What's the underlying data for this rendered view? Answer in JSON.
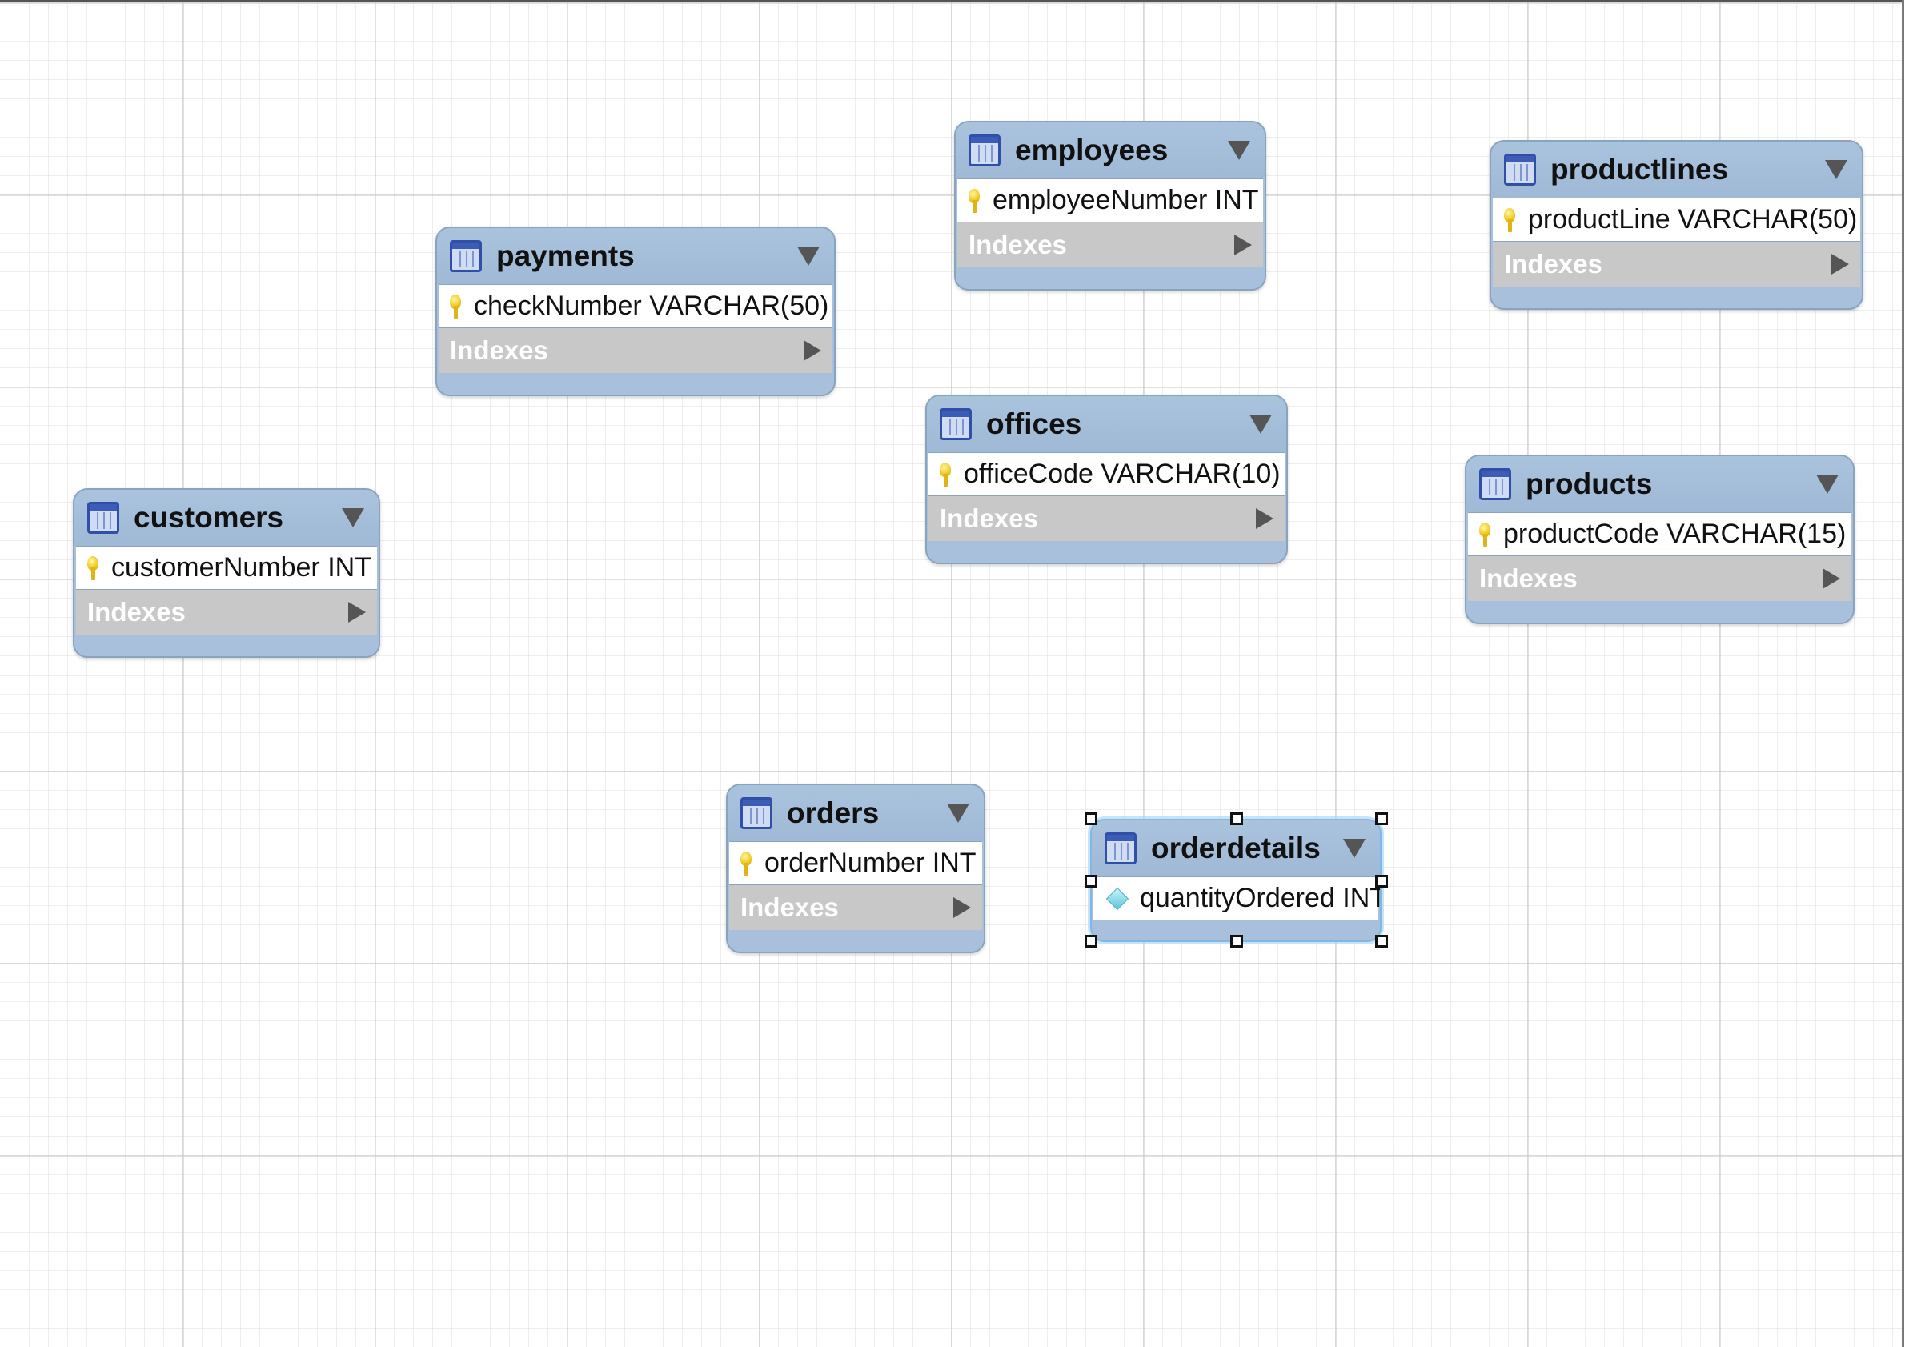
{
  "diagram": {
    "tables": [
      {
        "id": "employees",
        "name": "employees",
        "key_type": "primary",
        "column": "employeeNumber INT",
        "indexes_label": "Indexes"
      },
      {
        "id": "productlines",
        "name": "productlines",
        "key_type": "primary",
        "column": "productLine VARCHAR(50)",
        "indexes_label": "Indexes"
      },
      {
        "id": "payments",
        "name": "payments",
        "key_type": "primary",
        "column": "checkNumber VARCHAR(50)",
        "indexes_label": "Indexes"
      },
      {
        "id": "offices",
        "name": "offices",
        "key_type": "primary",
        "column": "officeCode VARCHAR(10)",
        "indexes_label": "Indexes"
      },
      {
        "id": "products",
        "name": "products",
        "key_type": "primary",
        "column": "productCode VARCHAR(15)",
        "indexes_label": "Indexes"
      },
      {
        "id": "customers",
        "name": "customers",
        "key_type": "primary",
        "column": "customerNumber INT",
        "indexes_label": "Indexes"
      },
      {
        "id": "orders",
        "name": "orders",
        "key_type": "primary",
        "column": "orderNumber INT",
        "indexes_label": "Indexes"
      },
      {
        "id": "orderdetails",
        "name": "orderdetails",
        "key_type": "non-key",
        "column": "quantityOrdered INT",
        "selected": true
      }
    ]
  },
  "colors": {
    "table_header": "#a8c0db",
    "indexes_bg": "#c8c8c8",
    "selection": "#7db8e8"
  },
  "icons": {
    "table": "table-icon",
    "primary_key": "primary-key-icon",
    "column": "column-diamond-icon",
    "collapse": "collapse-triangle-icon",
    "expand": "expand-triangle-icon"
  }
}
